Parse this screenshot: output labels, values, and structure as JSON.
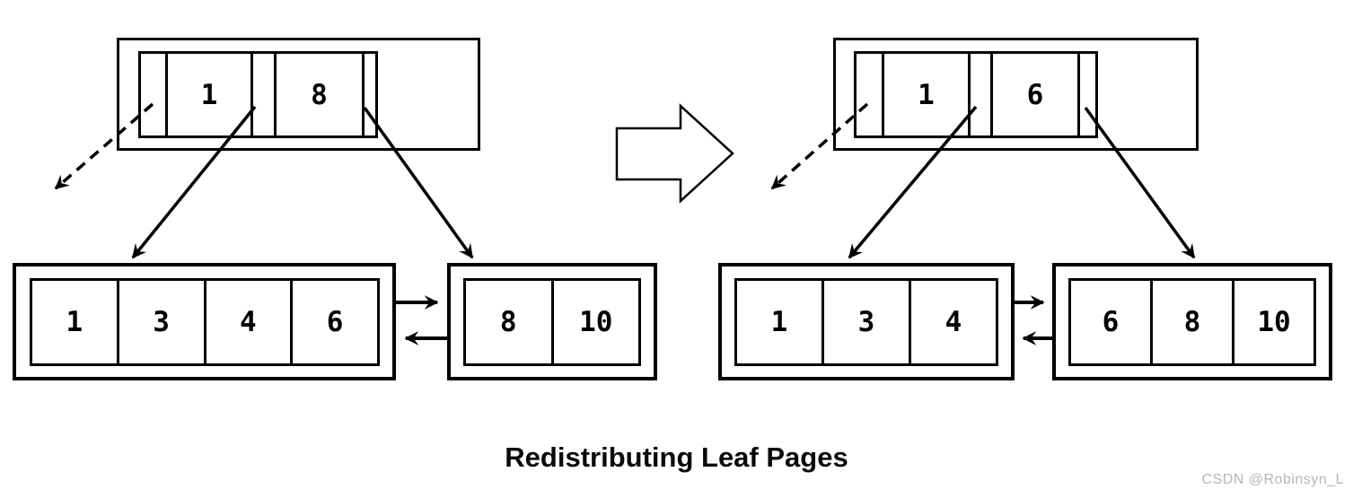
{
  "left_tree": {
    "root": {
      "keys": [
        "1",
        "8"
      ]
    },
    "leaves": [
      {
        "cells": [
          "1",
          "3",
          "4",
          "6"
        ]
      },
      {
        "cells": [
          "8",
          "10"
        ]
      }
    ]
  },
  "right_tree": {
    "root": {
      "keys": [
        "1",
        "6"
      ]
    },
    "leaves": [
      {
        "cells": [
          "1",
          "3",
          "4"
        ]
      },
      {
        "cells": [
          "6",
          "8",
          "10"
        ]
      }
    ]
  },
  "caption": "Redistributing Leaf Pages",
  "watermark": "CSDN @Robinsyn_L",
  "colors": {
    "line": "#000000",
    "background": "#ffffff",
    "watermark_text": "#b5b5b5"
  }
}
